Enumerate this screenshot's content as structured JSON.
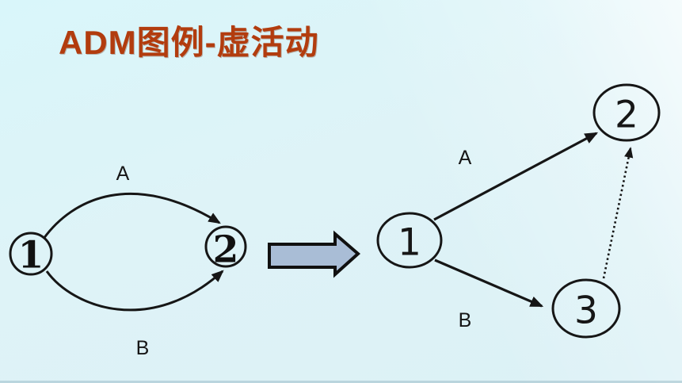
{
  "slide": {
    "title": "ADM图例-虚活动"
  },
  "colors": {
    "background": "#def3f7",
    "title_text": "#b23c0e",
    "line": "#161616",
    "block_arrow_fill": "#a9bdd6"
  },
  "icons": {
    "transform_arrow": "block-right-arrow"
  },
  "diagram_before": {
    "node_1": "1",
    "node_2": "2",
    "activity_a": "A",
    "activity_b": "B"
  },
  "diagram_after": {
    "node_1": "1",
    "node_2": "2",
    "node_3": "3",
    "activity_a": "A",
    "activity_b": "B"
  }
}
